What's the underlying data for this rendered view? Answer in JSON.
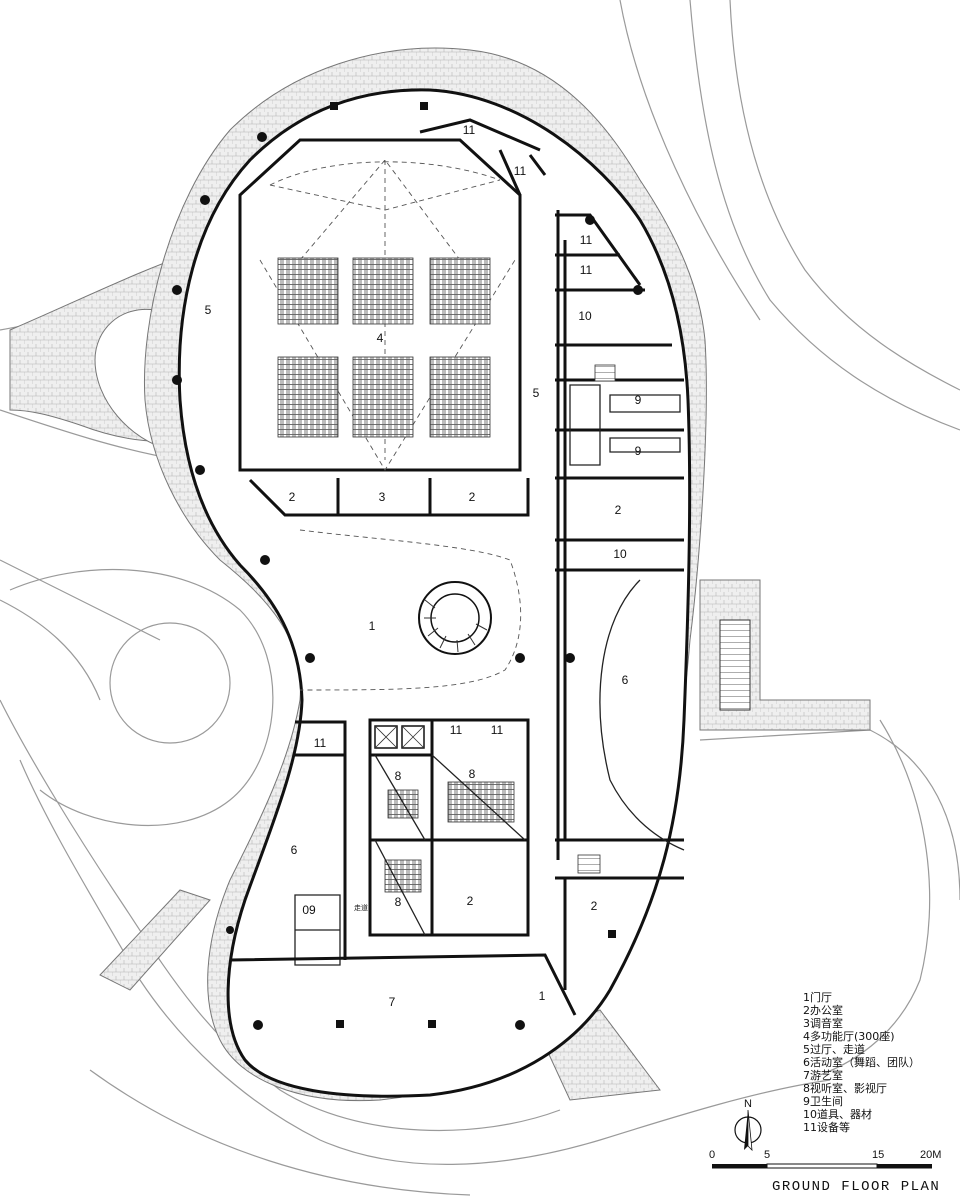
{
  "rooms": {
    "r1a": "1",
    "r1b": "1",
    "r2a": "2",
    "r2b": "2",
    "r2c": "2",
    "r2d": "2",
    "r2e": "2",
    "r3": "3",
    "r4": "4",
    "r5a": "5",
    "r5b": "5",
    "r6a": "6",
    "r6b": "6",
    "r7": "7",
    "r8a": "8",
    "r8b": "8",
    "r8c": "8",
    "r9a": "9",
    "r9b": "9",
    "r09": "09",
    "r10a": "10",
    "r10b": "10",
    "r11a": "11",
    "r11b": "11",
    "r11c": "11",
    "r11d": "11",
    "r11e": "11",
    "r11f": "11",
    "r11g": "11",
    "corridor": "走道"
  },
  "legend": [
    "1门厅",
    "2办公室",
    "3调音室",
    "4多功能厅(300座)",
    "5过厅、走道",
    "6活动室（舞蹈、团队）",
    "7游艺室",
    "8视听室、影视厅",
    "9卫生间",
    "10道具、器材",
    "11设备等"
  ],
  "north_label": "N",
  "scale": {
    "t0": "0",
    "t5": "5",
    "t15": "15",
    "t20": "20M"
  },
  "title": "GROUND FLOOR PLAN",
  "colors": {
    "wall": "#111111",
    "paving": "#e6e6e6",
    "road": "#9a9a9a"
  }
}
